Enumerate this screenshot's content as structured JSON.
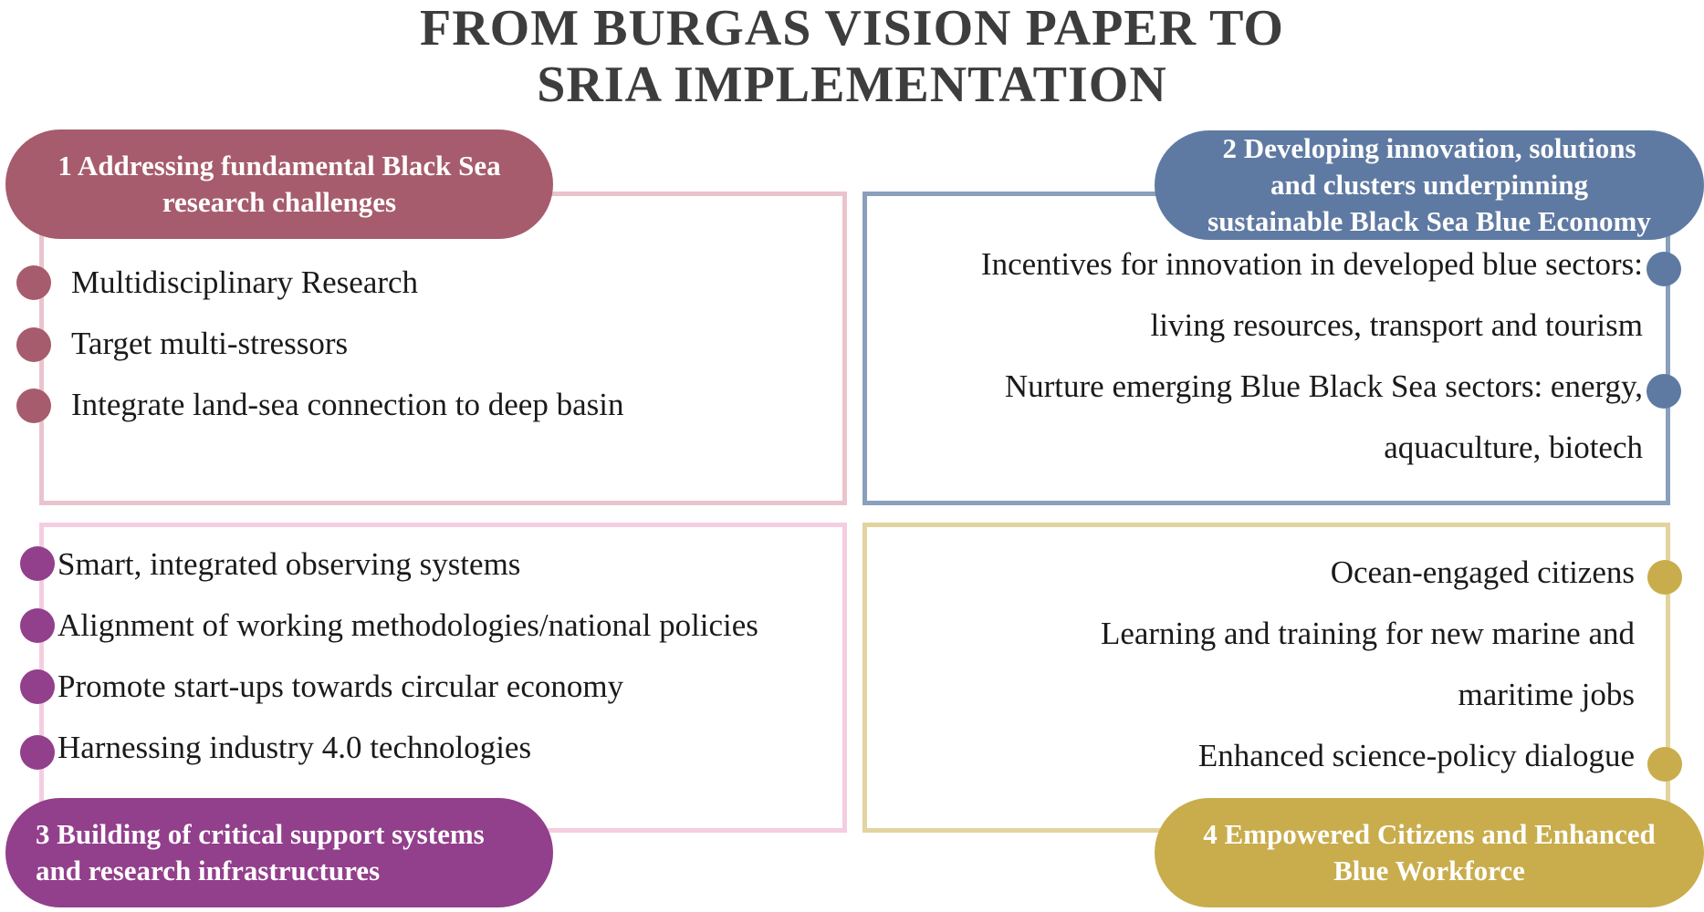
{
  "title": {
    "line1": "FROM BURGAS VISION PAPER TO",
    "line2": "SRIA IMPLEMENTATION"
  },
  "quadrants": [
    {
      "heading_lines": [
        "1 Addressing fundamental Black Sea",
        "research challenges"
      ],
      "color": "#a65c6c",
      "border_color": "#ebc3cd",
      "items": [
        "Multidisciplinary Research",
        "Target multi-stressors",
        "Integrate land-sea connection to deep basin"
      ]
    },
    {
      "heading_lines": [
        "2 Developing innovation, solutions",
        "and clusters underpinning",
        "sustainable Black Sea Blue Economy"
      ],
      "color": "#5f7aa2",
      "border_color": "#8a9fbb",
      "items": [
        [
          "Incentives for innovation in developed blue sectors:",
          "living resources, transport and tourism"
        ],
        [
          "Nurture emerging Blue Black Sea sectors: energy,",
          "aquaculture, biotech"
        ]
      ]
    },
    {
      "heading_lines": [
        "3 Building of critical support systems",
        "and research infrastructures"
      ],
      "color": "#923f8c",
      "border_color": "#f4cde0",
      "items": [
        "Smart, integrated observing systems",
        "Alignment of working methodologies/national policies",
        "Promote start-ups towards circular economy",
        "Harnessing industry 4.0 technologies"
      ]
    },
    {
      "heading_lines": [
        "4 Empowered Citizens and Enhanced",
        "Blue Workforce"
      ],
      "color": "#c9ad4c",
      "border_color": "#e2d49f",
      "items": [
        "Ocean-engaged citizens",
        [
          "Learning and training for new marine and",
          "maritime jobs"
        ],
        "Enhanced science-policy dialogue"
      ]
    }
  ]
}
